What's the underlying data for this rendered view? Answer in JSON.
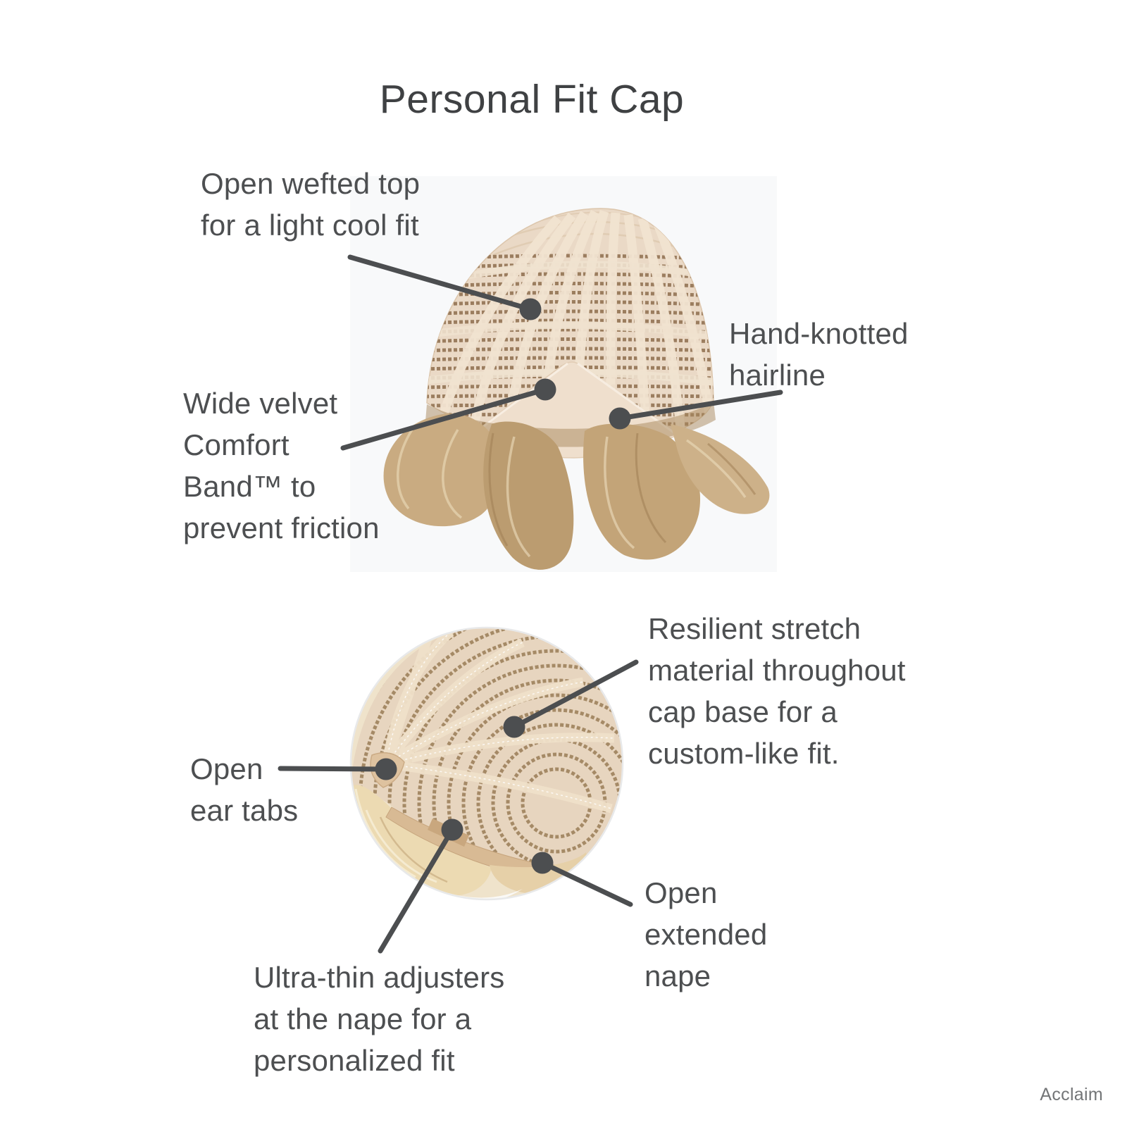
{
  "title": "Personal Fit Cap",
  "watermark": "Acclaim",
  "colors": {
    "title_text": "#3f4143",
    "label_text": "#4d4f51",
    "leader": "#4c4e50",
    "watermark_text": "#737577",
    "cap_tan": "#e9d8c5",
    "cap_tape": "#f1e3d0",
    "weft_brown": "#8a6a48",
    "hair_blonde_top": "#c5a77d",
    "hair_blonde_side": "#ecdab2",
    "photo_background": "#f8f9fa"
  },
  "callouts": [
    {
      "name": "open-wefted-top",
      "lines": [
        "Open wefted top",
        "for a light cool fit"
      ]
    },
    {
      "name": "hand-knotted-hairline",
      "lines": [
        "Hand-knotted",
        "hairline"
      ]
    },
    {
      "name": "wide-velvet-comfort-band",
      "lines": [
        "Wide velvet",
        "Comfort",
        "Band™ to",
        "prevent friction"
      ]
    },
    {
      "name": "resilient-stretch",
      "lines": [
        "Resilient stretch",
        "material throughout",
        "cap base for a",
        "custom-like fit."
      ]
    },
    {
      "name": "open-ear-tabs",
      "lines": [
        "Open",
        "ear tabs"
      ]
    },
    {
      "name": "ultra-thin-adjusters",
      "lines": [
        "Ultra-thin adjusters",
        "at the nape for a",
        "personalized fit"
      ]
    },
    {
      "name": "open-extended-nape",
      "lines": [
        "Open",
        "extended",
        "nape"
      ]
    }
  ]
}
